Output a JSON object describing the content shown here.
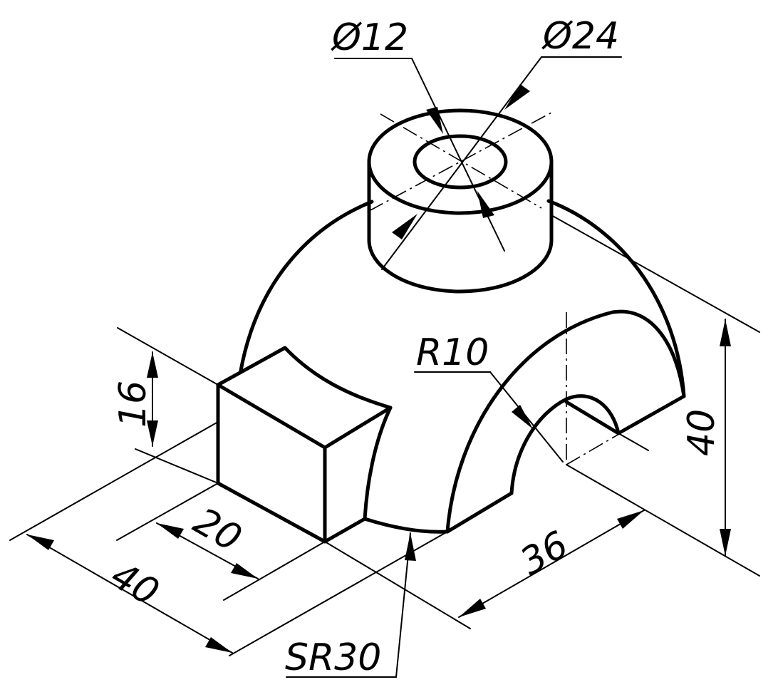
{
  "drawing": {
    "dimensions": {
      "phi_small": "Ø12",
      "phi_large": "Ø24",
      "radius_fillet": "R10",
      "height_block": "16",
      "height_total": "40",
      "width_block": "20",
      "base_width": "40",
      "base_depth": "36",
      "sphere_radius": "SR30"
    }
  }
}
